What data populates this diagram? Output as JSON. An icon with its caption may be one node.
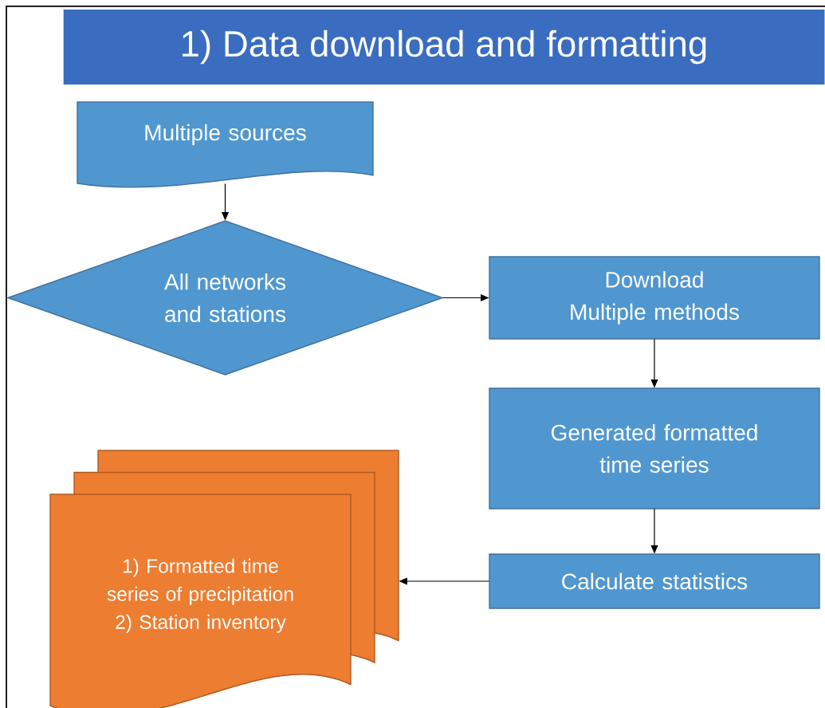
{
  "diagram": {
    "title": "1) Data download and formatting",
    "nodes": [
      {
        "text": [
          "Multiple sources"
        ]
      },
      {
        "text": [
          "All networks and stations"
        ]
      },
      {
        "text": [
          "Download Multiple methods"
        ]
      },
      {
        "text": [
          "Generated formatted time series"
        ]
      },
      {
        "text": [
          "Calculate statistics"
        ]
      },
      {
        "text": [
          "1) Formatted time series of precipitation",
          "2) Station inventory"
        ]
      }
    ],
    "edges": [
      {
        "from": 0,
        "to": 1,
        "arrow": "to"
      },
      {
        "from": 1,
        "to": 2,
        "arrow": "to"
      },
      {
        "from": 2,
        "to": 3,
        "arrow": "to"
      },
      {
        "from": 3,
        "to": 4,
        "arrow": "to"
      },
      {
        "from": 4,
        "to": 5,
        "arrow": "to"
      }
    ]
  }
}
